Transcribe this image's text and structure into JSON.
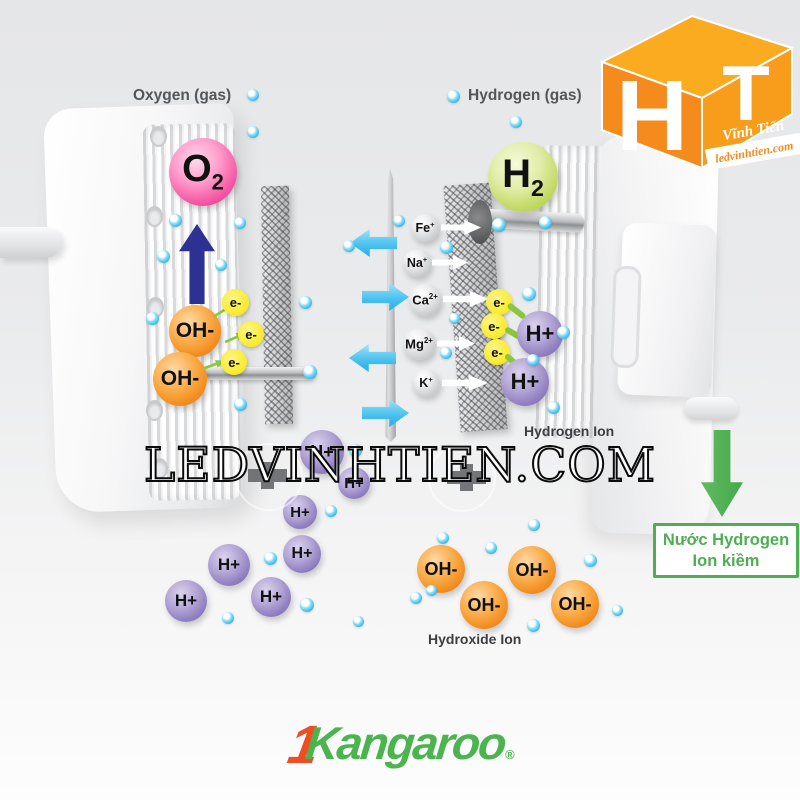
{
  "labels": {
    "oxygen_gas": "Oxygen (gas)",
    "hydrogen_gas": "Hydrogen (gas)",
    "hydrogen_ion": "Hydrogen Ion",
    "hydroxide_ion": "Hydroxide Ion"
  },
  "molecules": {
    "oxygen_symbol": "O",
    "oxygen_sub": "2",
    "hydrogen_symbol": "H",
    "hydrogen_sub": "2"
  },
  "mineral_ions": [
    {
      "element": "Fe",
      "charge": "+"
    },
    {
      "element": "Na",
      "charge": "+"
    },
    {
      "element": "Ca",
      "charge": "2+"
    },
    {
      "element": "Mg",
      "charge": "2+"
    },
    {
      "element": "K",
      "charge": "+"
    }
  ],
  "electron_label": "e-",
  "hydroxide_label": "OH-",
  "hydrogen_label": "H+",
  "output_box": {
    "line1": "Nước Hydrogen",
    "line2": "Ion kiềm"
  },
  "watermark": "LEDVINHTIEN.COM",
  "ht_logo": {
    "letter_h": "H",
    "letter_t": "T",
    "subtitle": "Vĩnh Tiến",
    "website": "ledvinhtien.com"
  },
  "brand": {
    "prefix": "1",
    "name": "Kangaroo",
    "registered": "®"
  },
  "colors": {
    "cyan_bubble": "#29abe2",
    "navy_arrow": "#2d3192",
    "orange_ion": "#f7941d",
    "purple_ion": "#8a7abc",
    "yellow_electron": "#f9ed32",
    "pink_o2": "#ec4fa0",
    "green_h2": "#b5d44e",
    "green_output": "#4fae53",
    "small_green": "#8cc63e",
    "brand_green": "#4bb44e",
    "brand_orange": "#ef4e23",
    "logo_orange": "#f7941d"
  },
  "bubbles": [
    [
      253,
      95,
      12
    ],
    [
      453,
      96,
      13
    ],
    [
      253,
      132,
      12
    ],
    [
      516,
      122,
      12
    ],
    [
      175,
      220,
      13
    ],
    [
      240,
      223,
      12
    ],
    [
      163,
      256,
      13
    ],
    [
      221,
      265,
      12
    ],
    [
      152,
      318,
      13
    ],
    [
      305,
      302,
      13
    ],
    [
      310,
      372,
      14
    ],
    [
      240,
      404,
      13
    ],
    [
      399,
      221,
      12
    ],
    [
      349,
      246,
      12
    ],
    [
      446,
      247,
      13
    ],
    [
      499,
      225,
      14
    ],
    [
      545,
      222,
      13
    ],
    [
      529,
      294,
      14
    ],
    [
      563,
      332,
      13
    ],
    [
      533,
      360,
      12
    ],
    [
      553,
      407,
      13
    ],
    [
      454,
      318,
      11
    ],
    [
      446,
      353,
      12
    ],
    [
      355,
      450,
      13
    ],
    [
      331,
      511,
      12
    ],
    [
      270,
      558,
      13
    ],
    [
      307,
      605,
      14
    ],
    [
      228,
      618,
      12
    ],
    [
      358,
      621,
      11
    ],
    [
      443,
      538,
      12
    ],
    [
      491,
      548,
      12
    ],
    [
      534,
      525,
      12
    ],
    [
      590,
      560,
      13
    ],
    [
      416,
      598,
      12
    ],
    [
      431,
      590,
      11
    ],
    [
      533,
      625,
      13
    ],
    [
      617,
      610,
      11
    ]
  ]
}
